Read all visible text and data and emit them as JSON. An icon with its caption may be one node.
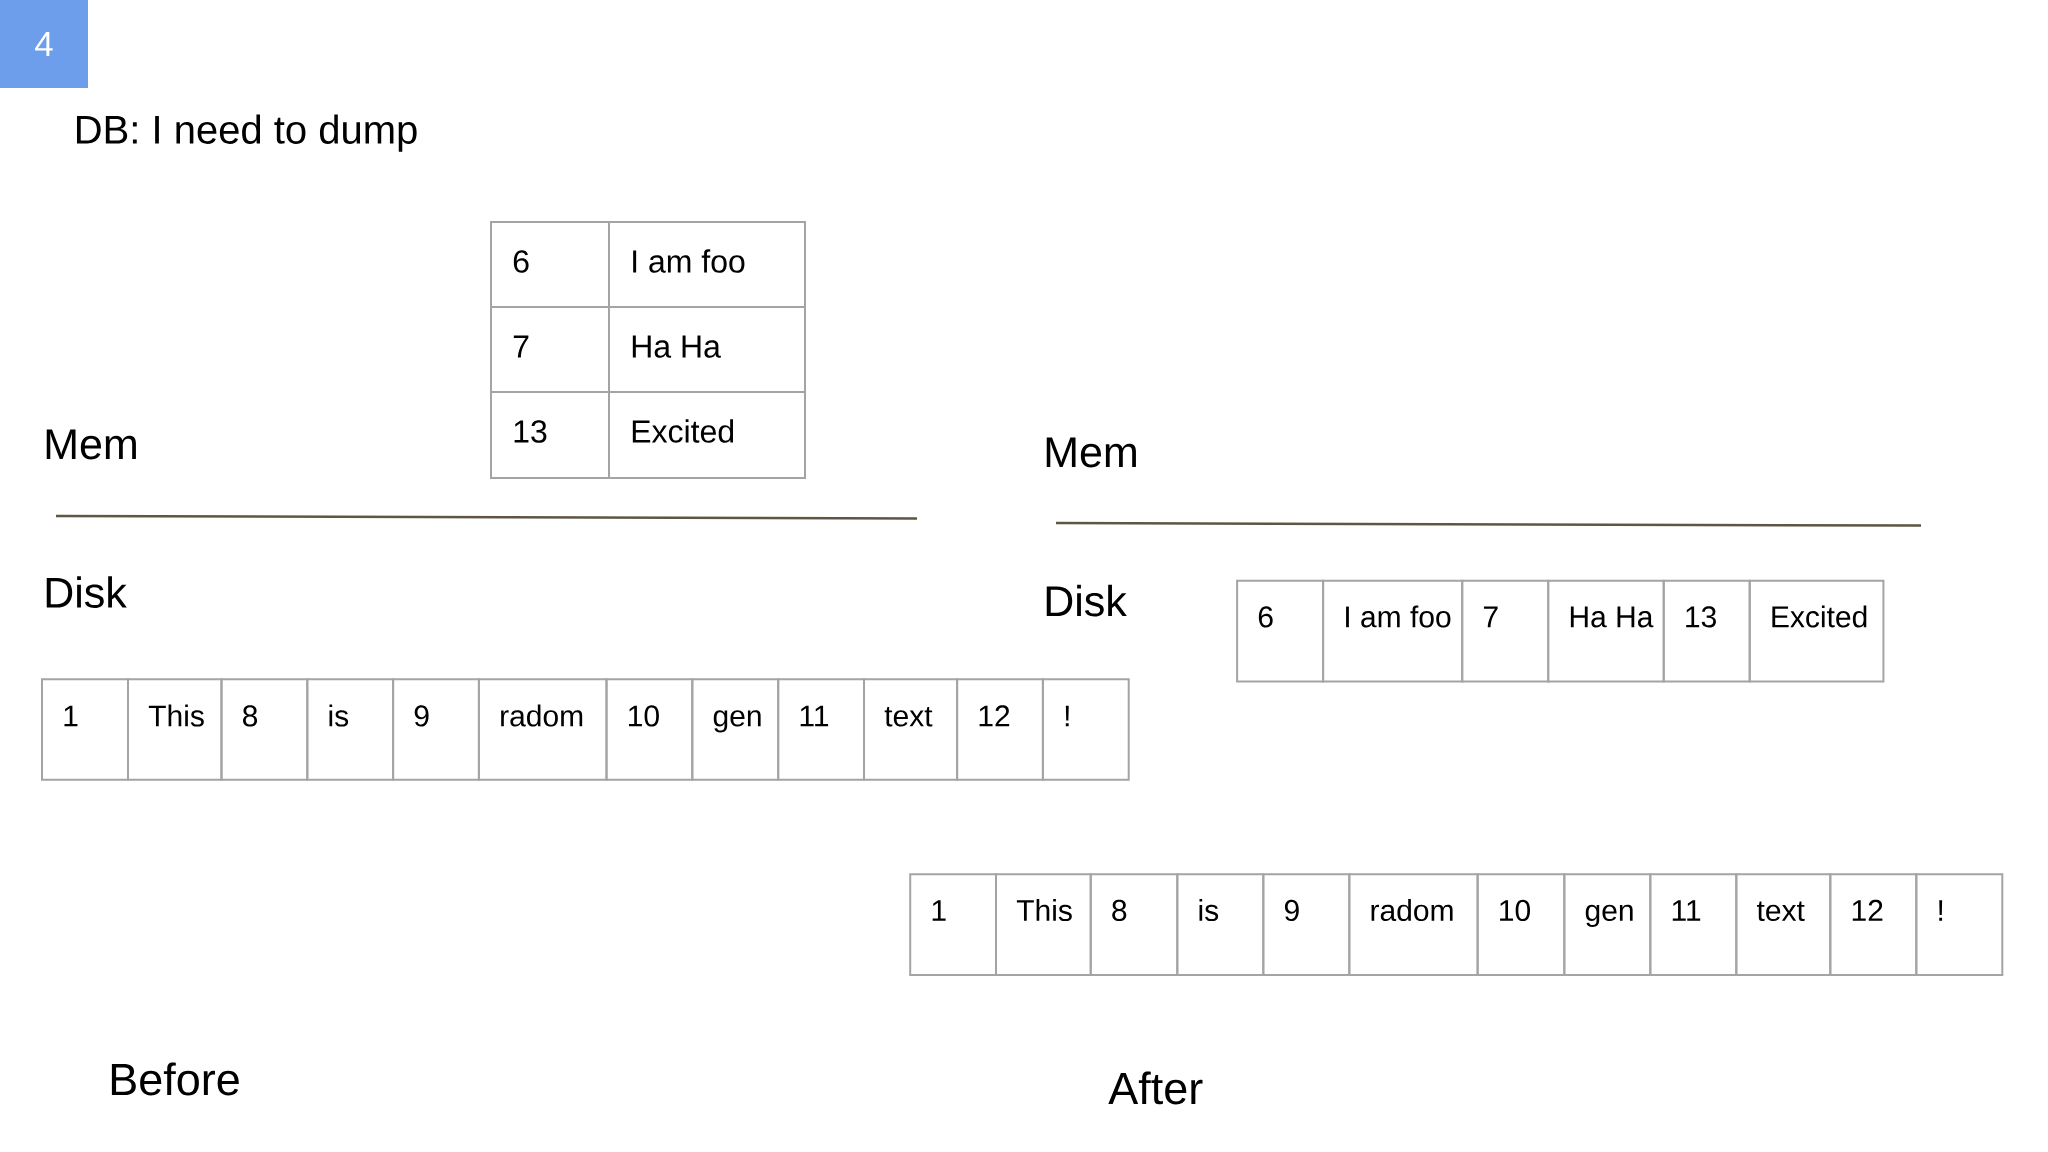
{
  "diagram": {
    "title": "DB: I need to dump",
    "nodes": [
      {
        "text": [
          "4"
        ]
      }
    ],
    "labels": [
      "Mem",
      "6",
      "I am foo",
      "7",
      "Ha Ha",
      "13",
      "Excited",
      "Disk",
      "1",
      "This",
      "8",
      "is",
      "9",
      "radom",
      "10",
      "gen",
      "11",
      "text",
      "12",
      "!",
      "Mem",
      "Disk",
      "6",
      "I am foo",
      "7",
      "Ha Ha",
      "13",
      "Excited",
      "1",
      "This",
      "8",
      "is",
      "9",
      "radom",
      "10",
      "gen",
      "11",
      "text",
      "12",
      "!",
      "Before",
      "After"
    ]
  }
}
